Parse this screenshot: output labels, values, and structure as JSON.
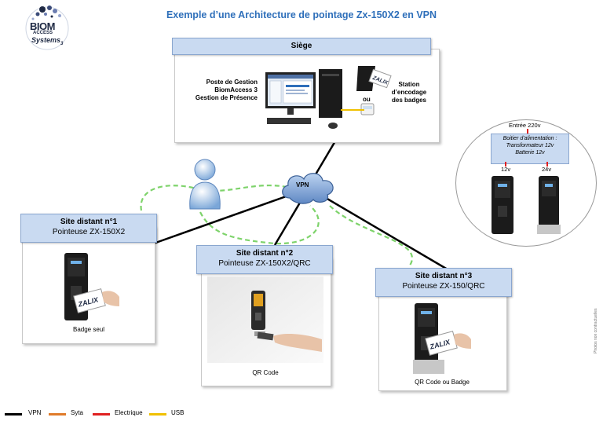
{
  "title": "Exemple d’une Architecture de pointage Zx-150X2 en VPN",
  "logo": {
    "line1": "BIOM",
    "line2": "ACCESS",
    "line3": "Systems",
    "num": "3"
  },
  "siege": {
    "header": "Siège",
    "poste_label": "Poste de Gestion\nBiomAccess 3\nGestion de Présence",
    "station_label": "Station\nd’encodage\ndes badges",
    "ou": "ou"
  },
  "vpn_label": "VPN",
  "power": {
    "entree": "Entrée 220v",
    "boitier": "Boitier d’alimentation :\nTransformateur 12v\nBatterie 12v",
    "v12": "12v",
    "v24": "24v"
  },
  "sites": [
    {
      "title": "Site distant n°1",
      "subtitle": "Pointeuse ZX-150X2",
      "caption": "Badge seul"
    },
    {
      "title": "Site distant n°2",
      "subtitle": "Pointeuse ZX-150X2/QRC",
      "caption": "QR Code"
    },
    {
      "title": "Site distant n°3",
      "subtitle": "Pointeuse ZX-150/QRC",
      "caption": "QR Code ou Badge"
    }
  ],
  "badge_text": "ZALIX",
  "legend": [
    {
      "label": "VPN",
      "color": "#000000"
    },
    {
      "label": "Syta",
      "color": "#e07b2a"
    },
    {
      "label": "Electrique",
      "color": "#e02020"
    },
    {
      "label": "USB",
      "color": "#f0c000"
    }
  ],
  "side_note": "Photos non contractuelles",
  "colors": {
    "accent": "#2e6fba",
    "header_bg": "#c9daf1",
    "dashed": "#7ed36b"
  }
}
